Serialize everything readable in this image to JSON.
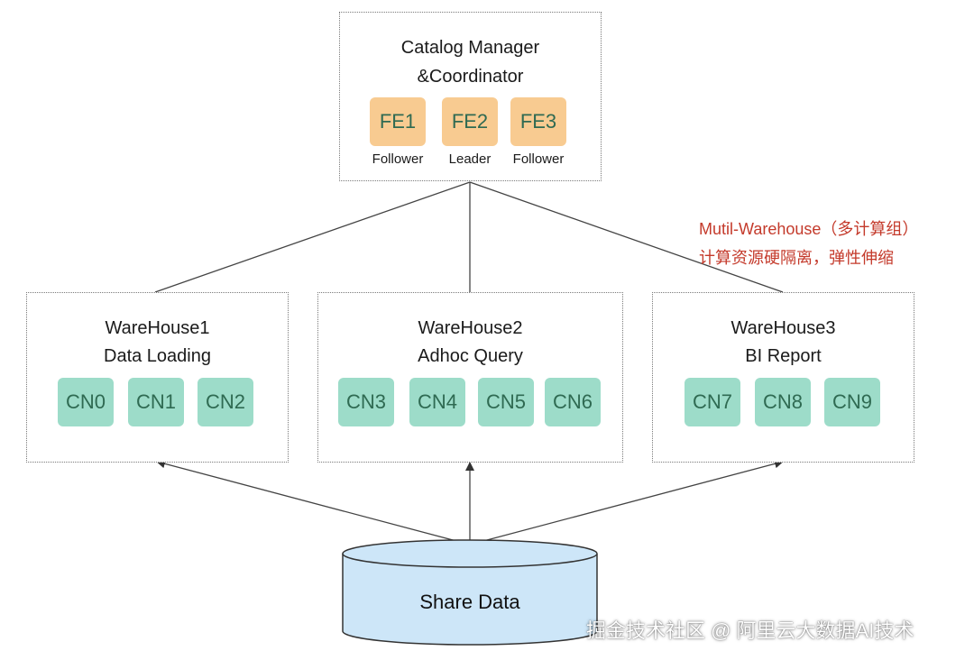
{
  "catalog": {
    "title_line1": "Catalog Manager",
    "title_line2": "&Coordinator",
    "nodes": [
      {
        "label": "FE1",
        "role": "Follower"
      },
      {
        "label": "FE2",
        "role": "Leader"
      },
      {
        "label": "FE3",
        "role": "Follower"
      }
    ]
  },
  "note": {
    "line1": "Mutil-Warehouse（多计算组）",
    "line2": "计算资源硬隔离，弹性伸缩"
  },
  "warehouses": [
    {
      "name": "WareHouse1",
      "purpose": "Data Loading",
      "nodes": [
        "CN0",
        "CN1",
        "CN2"
      ]
    },
    {
      "name": "WareHouse2",
      "purpose": "Adhoc Query",
      "nodes": [
        "CN3",
        "CN4",
        "CN5",
        "CN6"
      ]
    },
    {
      "name": "WareHouse3",
      "purpose": "BI Report",
      "nodes": [
        "CN7",
        "CN8",
        "CN9"
      ]
    }
  ],
  "storage": {
    "label": "Share Data"
  },
  "watermark": "掘金技术社区 @ 阿里云大数据AI技术",
  "colors": {
    "fe_fill": "#f8cb91",
    "cn_fill": "#9ddcc9",
    "node_text": "#2f6a52",
    "storage_fill": "#cde6f8",
    "note_text": "#c43a2b"
  }
}
